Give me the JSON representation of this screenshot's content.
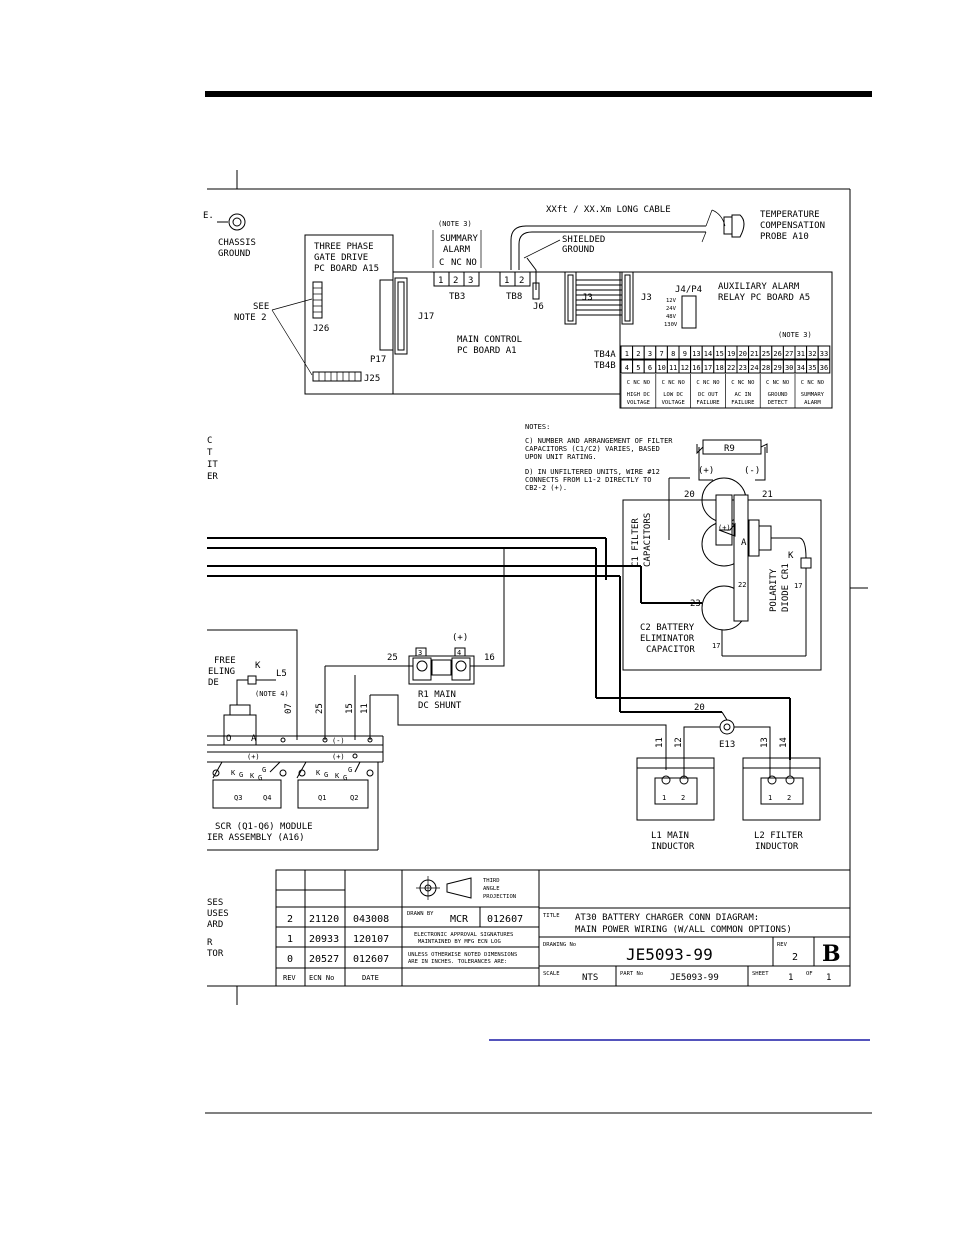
{
  "header_rule": true,
  "link_line": true,
  "top_left": {
    "note_fragment": "E.",
    "chassis_label": [
      "CHASSIS",
      "GROUND"
    ],
    "side_fragment": [
      "C",
      "T",
      "IT",
      "ER"
    ],
    "free_wheel": [
      "FREE",
      "ELING",
      "DE"
    ]
  },
  "cable": {
    "label": "XXft / XX.Xm LONG CABLE",
    "probe": [
      "TEMPERATURE",
      "COMPENSATION",
      "PROBE A10"
    ],
    "shielded": [
      "SHIELDED",
      "GROUND"
    ]
  },
  "gate_drive": {
    "title": [
      "THREE PHASE",
      "GATE DRIVE",
      "PC BOARD A15"
    ],
    "see_note": [
      "SEE",
      "NOTE 2"
    ],
    "j26": "J26",
    "j25": "J25",
    "j17": "J17",
    "p17": "P17"
  },
  "summary_alarm": {
    "note": "(NOTE 3)",
    "title": [
      "SUMMARY",
      "ALARM"
    ],
    "cnno": [
      "C",
      "NC",
      "NO"
    ],
    "terminals": [
      "1",
      "2",
      "3"
    ],
    "tb": "TB3"
  },
  "tb8": {
    "terminals": [
      "1",
      "2"
    ],
    "label": "TB8",
    "j6": "J6"
  },
  "main_control": {
    "title": [
      "MAIN CONTROL",
      "PC BOARD A1"
    ],
    "j3": "J3"
  },
  "aux_alarm": {
    "title": [
      "AUXILIARY ALARM",
      "RELAY PC BOARD A5"
    ],
    "j3": "J3",
    "j4p4": "J4/P4",
    "voltages": [
      "12V",
      "24V",
      "48V",
      "130V"
    ],
    "note": "(NOTE 3)",
    "tb4a": "TB4A",
    "tb4b": "TB4B",
    "row_a": [
      "1",
      "2",
      "3",
      "7",
      "8",
      "9",
      "13",
      "14",
      "15",
      "19",
      "20",
      "21",
      "25",
      "26",
      "27",
      "31",
      "32",
      "33"
    ],
    "row_b": [
      "4",
      "5",
      "6",
      "10",
      "11",
      "12",
      "16",
      "17",
      "18",
      "22",
      "23",
      "24",
      "28",
      "29",
      "30",
      "34",
      "35",
      "36"
    ],
    "groups": [
      {
        "cnno": "C NC NO",
        "label": [
          "HIGH DC",
          "VOLTAGE"
        ]
      },
      {
        "cnno": "C NC NO",
        "label": [
          "LOW DC",
          "VOLTAGE"
        ]
      },
      {
        "cnno": "C NC NO",
        "label": [
          "DC OUT",
          "FAILURE"
        ]
      },
      {
        "cnno": "C NC NO",
        "label": [
          "AC IN",
          "FAILURE"
        ]
      },
      {
        "cnno": "C NC NO",
        "label": [
          "GROUND",
          "DETECT"
        ]
      },
      {
        "cnno": "C NC NO",
        "label": [
          "SUMMARY",
          "ALARM"
        ]
      }
    ]
  },
  "notes": {
    "heading": "NOTES:",
    "c": [
      "C) NUMBER AND ARRANGEMENT OF FILTER",
      "   CAPACITORS (C1/C2) VARIES, BASED",
      "   UPON UNIT RATING."
    ],
    "d": [
      "D) IN UNFILTERED UNITS, WIRE #12",
      "   CONNECTS FROM L1-2 DIRECTLY TO",
      "   CB2-2 (+)."
    ]
  },
  "capacitors": {
    "r9": "R9",
    "plus": "(+)",
    "minus": "(-)",
    "n20": "20",
    "n21": "21",
    "n22": "22",
    "n23": "23",
    "n17a": "17",
    "n17b": "17",
    "k": "K",
    "a": "A",
    "plus_inner": "(+)",
    "c1": [
      "C1 FILTER",
      "CAPACITORS"
    ],
    "diode": [
      "POLARITY",
      "DIODE CR1"
    ],
    "c2": [
      "C2 BATTERY",
      "ELIMINATOR",
      "CAPACITOR"
    ]
  },
  "shunt": {
    "plus": "(+)",
    "n3": "3",
    "n4": "4",
    "n25": "25",
    "n16": "16",
    "title": [
      "R1 MAIN",
      "DC SHUNT"
    ]
  },
  "scr": {
    "k": "K",
    "l5": "L5",
    "note4": "(NOTE 4)",
    "wires": [
      "07",
      "25",
      "15",
      "11"
    ],
    "o": "O",
    "a": "A",
    "minus": "(-)",
    "plus1": "(+)",
    "plus2": "(+)",
    "kg_left": [
      "K",
      "G",
      "K",
      "G",
      "G"
    ],
    "kg_right": [
      "K",
      "G",
      "K",
      "G",
      "G"
    ],
    "q": [
      "Q3",
      "Q4",
      "Q1",
      "Q2"
    ],
    "title": [
      "SCR (Q1-Q6) MODULE",
      "IER ASSEMBLY (A16)"
    ]
  },
  "inductors": {
    "e13": "E13",
    "n20": "20",
    "wires": [
      "11",
      "12",
      "13",
      "14"
    ],
    "pins": [
      "1",
      "2",
      "1",
      "2"
    ],
    "l1": [
      "L1 MAIN",
      "INDUCTOR"
    ],
    "l2": [
      "L2 FILTER",
      "INDUCTOR"
    ]
  },
  "title_block": {
    "left_fragments": [
      "SES",
      "USES",
      "ARD",
      "R",
      "TOR"
    ],
    "projection": [
      "THIRD",
      "ANGLE",
      "PROJECTION"
    ],
    "revisions": [
      {
        "rev": "2",
        "ecn": "21120",
        "date": "043008"
      },
      {
        "rev": "1",
        "ecn": "20933",
        "date": "120107"
      },
      {
        "rev": "0",
        "ecn": "20527",
        "date": "012607"
      }
    ],
    "hdr": [
      "REV",
      "ECN No",
      "DATE"
    ],
    "drawn_by_label": "DRAWN BY",
    "drawn_by": "MCR",
    "drawn_date": "012607",
    "approval": [
      "ELECTRONIC APPROVAL SIGNATURES",
      "MAINTAINED BY MFG ECN LOG"
    ],
    "tolerance": [
      "UNLESS OTHERWISE NOTED DIMENSIONS",
      "ARE IN INCHES. TOLERANCES ARE:"
    ],
    "title_label": "TITLE",
    "title": [
      "AT30 BATTERY CHARGER CONN DIAGRAM:",
      "MAIN POWER WIRING (W/ALL COMMON OPTIONS)"
    ],
    "drawing_no_label": "DRAWING No",
    "drawing_no": "JE5093-99",
    "rev_label": "REV",
    "rev": "2",
    "size": "B",
    "scale_label": "SCALE",
    "scale": "NTS",
    "part_no_label": "PART No",
    "part_no": "JE5093-99",
    "sheet_label": "SHEET",
    "sheet": "1",
    "of_label": "OF",
    "of": "1"
  }
}
